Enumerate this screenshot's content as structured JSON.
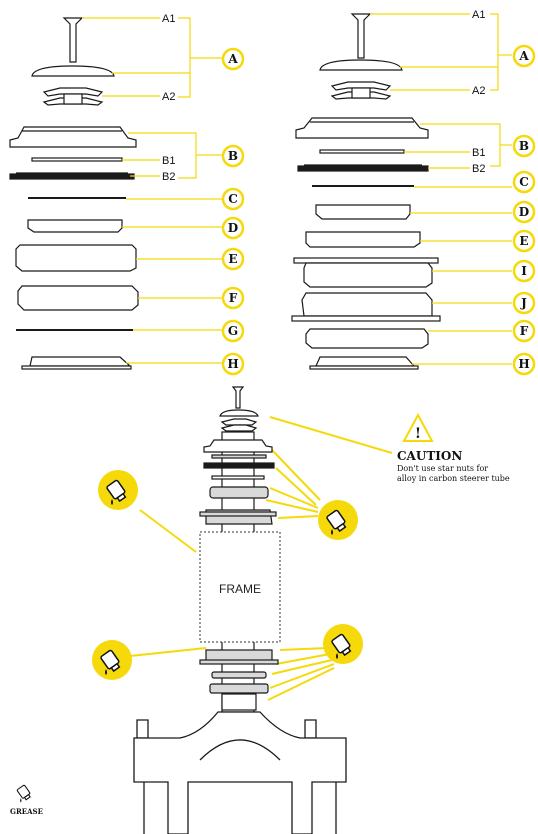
{
  "colors": {
    "accent": "#f5d90a",
    "line": "#1a1a1a",
    "part_fill": "#ffffff",
    "part_grey": "#d9d9d9"
  },
  "left_stack": {
    "parts": [
      "A1",
      "A2",
      "B1",
      "B2"
    ],
    "badges": [
      "A",
      "B",
      "C",
      "D",
      "E",
      "F",
      "G",
      "H"
    ]
  },
  "right_stack": {
    "parts": [
      "A1",
      "A2",
      "B1",
      "B2"
    ],
    "badges": [
      "A",
      "B",
      "C",
      "D",
      "E",
      "I",
      "J",
      "F",
      "H"
    ]
  },
  "caution": {
    "icon": "warning-icon",
    "title": "CAUTION",
    "line1": "Don't use star nuts for",
    "line2": "alloy in carbon steerer tube"
  },
  "frame_label": "FRAME",
  "legend": {
    "icon": "grease-tube-icon",
    "label": "GREASE"
  }
}
